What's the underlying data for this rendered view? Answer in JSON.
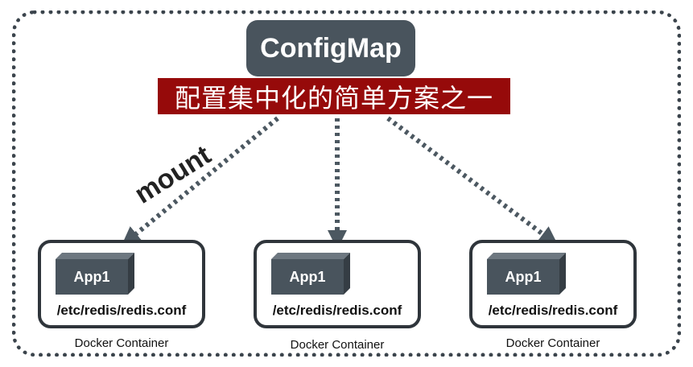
{
  "title": "ConfigMap",
  "subtitle": "配置集中化的简单方案之一",
  "edge_label": "mount",
  "colors": {
    "configmap_box": "#49545d",
    "subtitle_bg": "#960a0a",
    "cube_front": "#49545d",
    "cube_top": "#6d7780",
    "cube_side": "#353d44",
    "arrow": "#4c5861",
    "frame": "#3b444c"
  },
  "containers": [
    {
      "app": "App1",
      "path": "/etc/redis/redis.conf",
      "caption": "Docker Container"
    },
    {
      "app": "App1",
      "path": "/etc/redis/redis.conf",
      "caption": "Docker Container"
    },
    {
      "app": "App1",
      "path": "/etc/redis/redis.conf",
      "caption": "Docker Container"
    }
  ]
}
